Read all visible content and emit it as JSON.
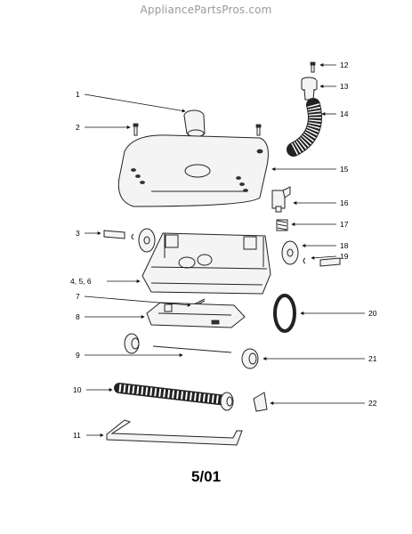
{
  "watermark": "AppliancePartsPros.com",
  "date_code": "5/01",
  "callouts": [
    {
      "id": "c1",
      "label": "1"
    },
    {
      "id": "c2",
      "label": "2"
    },
    {
      "id": "c3",
      "label": "3"
    },
    {
      "id": "c4",
      "label": "4, 5, 6"
    },
    {
      "id": "c7",
      "label": "7"
    },
    {
      "id": "c8",
      "label": "8"
    },
    {
      "id": "c9",
      "label": "9"
    },
    {
      "id": "c10",
      "label": "10"
    },
    {
      "id": "c11",
      "label": "11"
    },
    {
      "id": "c12",
      "label": "12"
    },
    {
      "id": "c13",
      "label": "13"
    },
    {
      "id": "c14",
      "label": "14"
    },
    {
      "id": "c15",
      "label": "15"
    },
    {
      "id": "c16",
      "label": "16"
    },
    {
      "id": "c17",
      "label": "17"
    },
    {
      "id": "c18",
      "label": "18"
    },
    {
      "id": "c19",
      "label": "19"
    },
    {
      "id": "c20",
      "label": "20"
    },
    {
      "id": "c21",
      "label": "21"
    },
    {
      "id": "c22",
      "label": "22"
    }
  ]
}
